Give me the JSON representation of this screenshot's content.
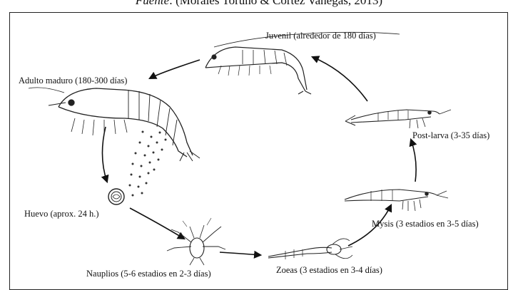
{
  "caption": {
    "prefix": "Fuente",
    "text": ": (Morales Toruño & Cortez Vanegas, 2013)"
  },
  "stages": {
    "juvenil": "Juvenil (alrededor de 180 días)",
    "adulto": "Adulto maduro (180-300 días)",
    "post_larva": "Post-larva (3-35 días)",
    "huevo": "Huevo (aprox. 24 h.)",
    "mysis": "Mysis (3 estadios en 3-5 días)",
    "nauplios": "Nauplios (5-6 estadios en 2-3 días)",
    "zoeas": "Zoeas (3 estadios en 3-4 días)"
  }
}
